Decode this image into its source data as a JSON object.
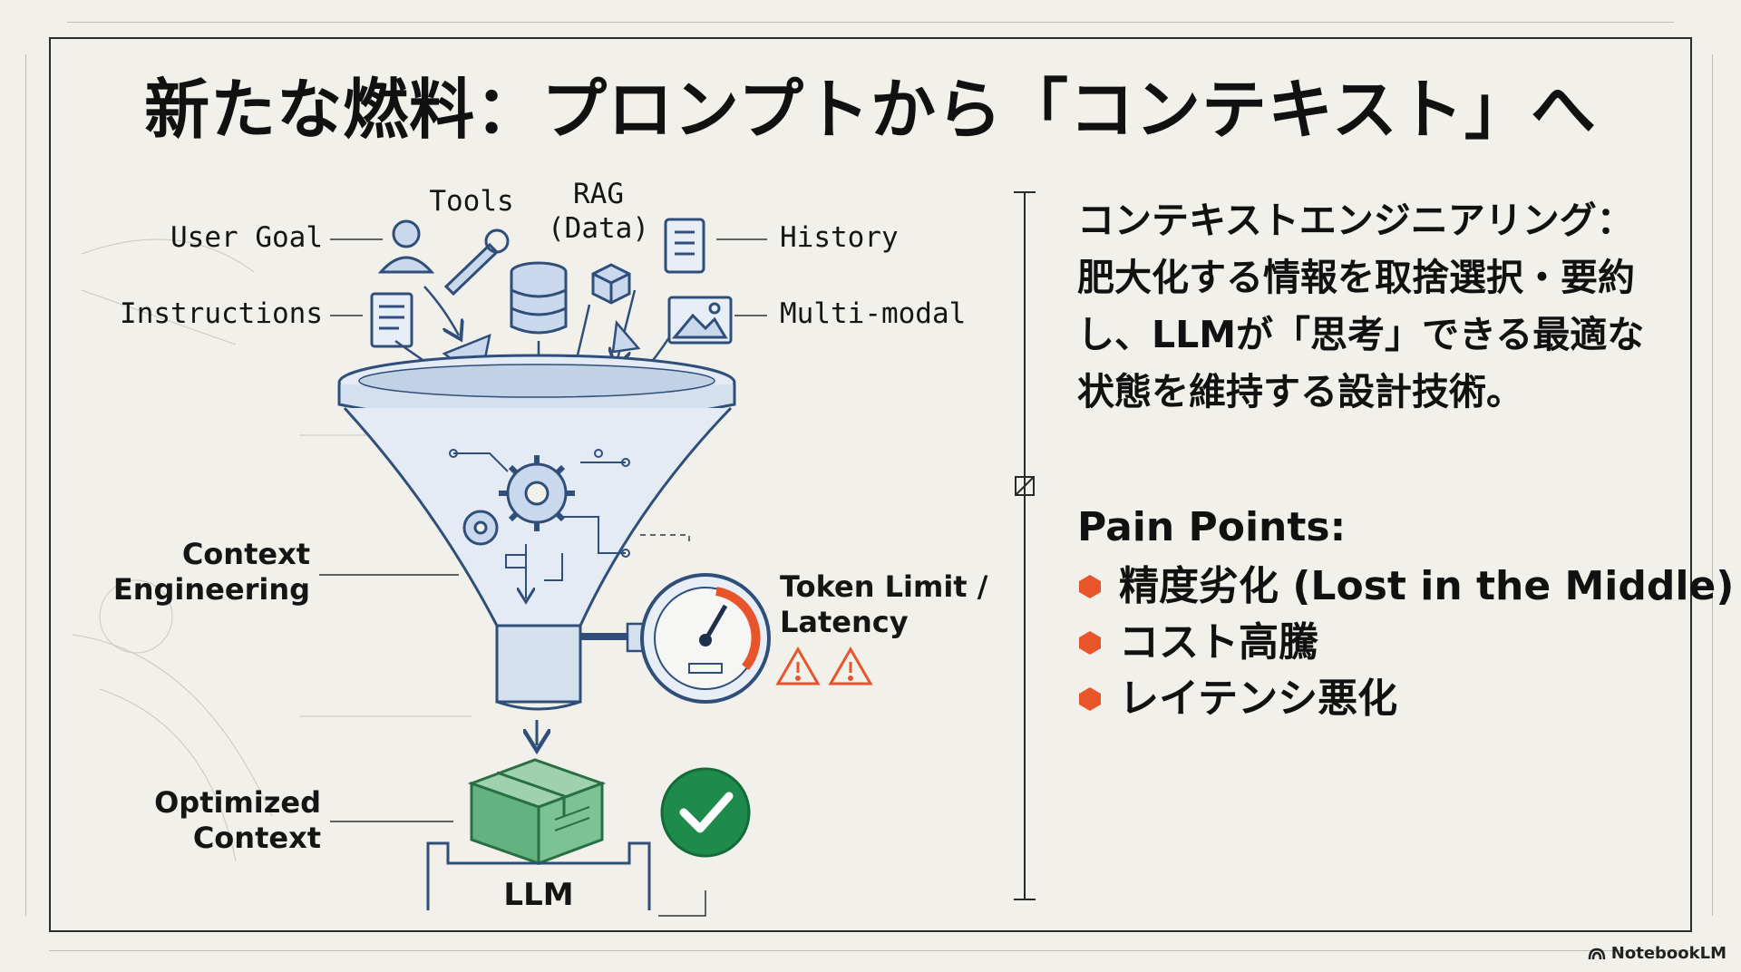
{
  "title": "新たな燃料：プロンプトから「コンテキスト」へ",
  "diagram": {
    "inputs": {
      "user_goal": "User Goal",
      "tools": "Tools",
      "rag": "RAG\n(Data)",
      "rag_line1": "RAG",
      "rag_line2": "(Data)",
      "history": "History",
      "instructions": "Instructions",
      "multimodal": "Multi-modal"
    },
    "context_engineering_line1": "Context",
    "context_engineering_line2": "Engineering",
    "token_limit_line1": "Token Limit /",
    "token_limit_line2": "Latency",
    "optimized_line1": "Optimized",
    "optimized_line2": "Context",
    "llm": "LLM"
  },
  "description_lines": [
    "コンテキストエンジニアリング：",
    "肥大化する情報を取捨選択・要約",
    "し、LLMが「思考」できる最適な",
    "状態を維持する設計技術。"
  ],
  "pain_points": {
    "title": "Pain Points:",
    "items": [
      "精度劣化 (Lost in the Middle)",
      "コスト高騰",
      "レイテンシ悪化"
    ]
  },
  "brand": "NotebookLM",
  "colors": {
    "ink_blue": "#2f4f7a",
    "accent_orange": "#e8552a",
    "success_green": "#1e8a4c",
    "box_green": "#4aa36a",
    "background": "#f1f0ea"
  }
}
